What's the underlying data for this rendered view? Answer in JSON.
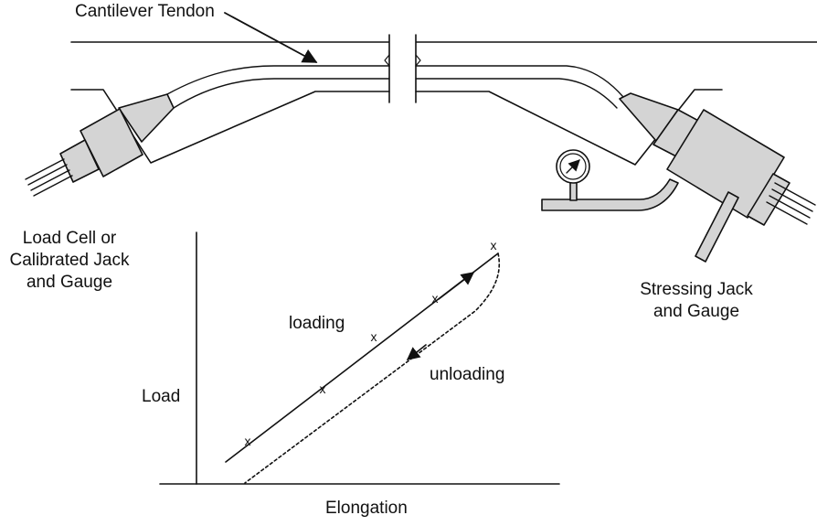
{
  "labels": {
    "cantilever_tendon": "Cantilever Tendon",
    "load_cell_line1": "Load Cell or",
    "load_cell_line2": "Calibrated Jack",
    "load_cell_line3": "and Gauge",
    "stressing_jack_line1": "Stressing Jack",
    "stressing_jack_line2": "and Gauge",
    "loading": "loading",
    "unloading": "unloading",
    "load_axis": "Load",
    "elongation_axis": "Elongation",
    "point_marker": "x"
  },
  "colors": {
    "line": "#111111",
    "equipment_fill": "#d4d4d4",
    "background": "#ffffff"
  },
  "icons": {
    "pressure_gauge": "pressure-gauge-icon"
  }
}
